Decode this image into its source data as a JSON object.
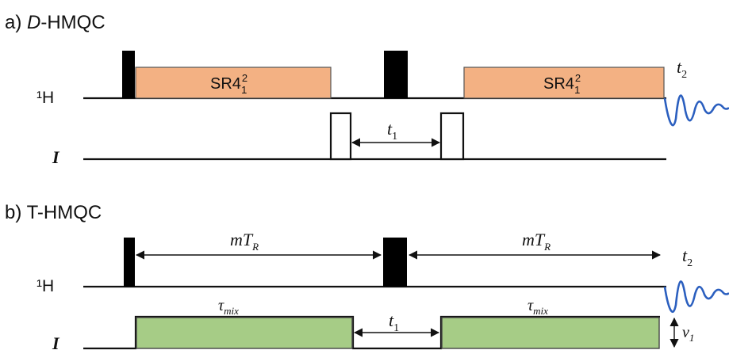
{
  "panel_a": {
    "prefix": "a)",
    "title": "D-HMQC",
    "title_italic": "D",
    "title_rest": "-HMQC",
    "channel_h": "¹H",
    "channel_i": "I",
    "sr_block_1": {
      "base": "SR4",
      "sup": "2",
      "sub": "1"
    },
    "sr_block_2": {
      "base": "SR4",
      "sup": "2",
      "sub": "1"
    },
    "evolution": {
      "base": "t",
      "sub": "1"
    },
    "acquisition": {
      "base": "t",
      "sub": "2"
    }
  },
  "panel_b": {
    "prefix": "b)",
    "title": "T-HMQC",
    "channel_h": "¹H",
    "channel_i": "I",
    "delay_1": {
      "base": "mT",
      "sub": "R"
    },
    "delay_2": {
      "base": "mT",
      "sub": "R"
    },
    "mix_1": {
      "base": "τ",
      "sub": "mix"
    },
    "mix_2": {
      "base": "τ",
      "sub": "mix"
    },
    "evolution": {
      "base": "t",
      "sub": "1"
    },
    "acquisition": {
      "base": "t",
      "sub": "2"
    },
    "rf_amplitude": {
      "base": "ν",
      "sub": "1"
    }
  },
  "colors": {
    "sr_block": "#f3b183",
    "mix_block": "#a6cc86",
    "pulse": "#000000",
    "fid": "#2b5fbf"
  }
}
